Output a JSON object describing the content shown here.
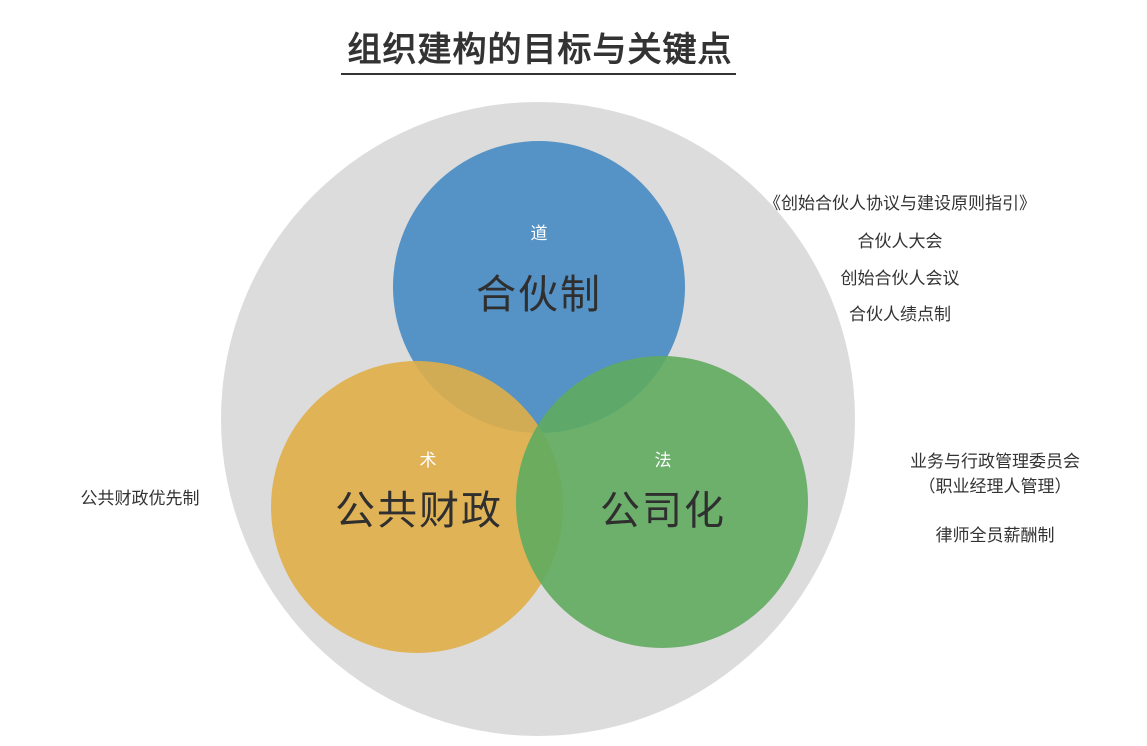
{
  "title": "组织建构的目标与关键点",
  "colors": {
    "outer": "#dcdcdc",
    "dao": "#4f8fc4",
    "fa": "#5fab5f",
    "shu": "#e0ae48"
  },
  "circles": {
    "dao": {
      "sub": "道",
      "main": "合伙制"
    },
    "shu": {
      "sub": "术",
      "main": "公共财政"
    },
    "fa": {
      "sub": "法",
      "main": "公司化"
    }
  },
  "notes": {
    "dao": [
      "《创始合伙人协议与建设原则指引》",
      "合伙人大会",
      "创始合伙人会议",
      "合伙人绩点制"
    ],
    "fa": [
      "业务与行政管理委员会",
      "（职业经理人管理）",
      "律师全员薪酬制"
    ],
    "shu": [
      "公共财政优先制"
    ]
  }
}
